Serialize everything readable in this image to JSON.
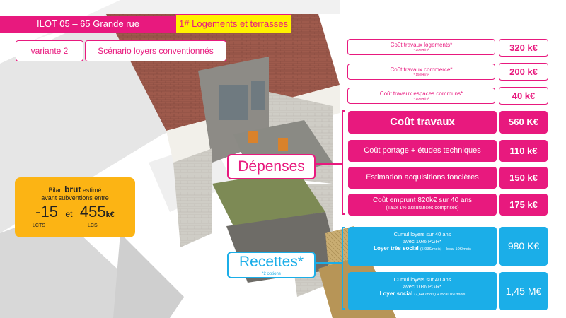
{
  "header": {
    "title": "ILOT 05 – 65 Grande rue",
    "tag": "1# Logements et terrasses",
    "variant": "variante 2",
    "scenario": "Scénario loyers conventionnés"
  },
  "costs_small": [
    {
      "label": "Coût travaux logements*",
      "note": "* 2000€/m²",
      "value": "320 k€"
    },
    {
      "label": "Coût travaux commerce*",
      "note": "* 1500€/m²",
      "value": "200 k€"
    },
    {
      "label": "Coût travaux  espaces communs*",
      "note": "* 1000€/m²",
      "value": "40 k€"
    }
  ],
  "costs_main": [
    {
      "label": "Coût travaux",
      "value": "560 K€"
    },
    {
      "label": "Coût portage + études techniques",
      "value": "110 k€"
    },
    {
      "label": "Estimation acquisitions foncières",
      "value": "150 k€"
    },
    {
      "label": "Coût emprunt 820k€ sur 40 ans",
      "note": "(Taux 1% assurances comprises)",
      "value": "175 k€"
    }
  ],
  "depenses_label": "Dépenses",
  "recettes_label": "Recettes*",
  "recettes_note": "*2 options",
  "recettes": [
    {
      "line1": "Cumul loyers sur 40 ans",
      "line2": "avec 10% PGR*",
      "bold": "Loyer très social",
      "detail": "(5,93€/mois) + local 10€/mois",
      "value": "980 K€"
    },
    {
      "line1": "Cumul loyers sur 40 ans",
      "line2": "avec 10% PGR*",
      "bold": "Loyer social",
      "detail": "(7,64€/mois) + local 16€/mois",
      "value": "1,45 M€"
    }
  ],
  "bilan": {
    "pre": "Bilan",
    "bold": "brut",
    "post": "estimé",
    "line2": "avant subventions entre",
    "low": "-15",
    "conj": "et",
    "high": "455",
    "unit": "k€",
    "low_caption": "LCTS",
    "high_caption": "LCS"
  },
  "colors": {
    "pink": "#e8197e",
    "blue": "#1baee8",
    "yellow": "#fff200",
    "orange": "#fcb414"
  }
}
